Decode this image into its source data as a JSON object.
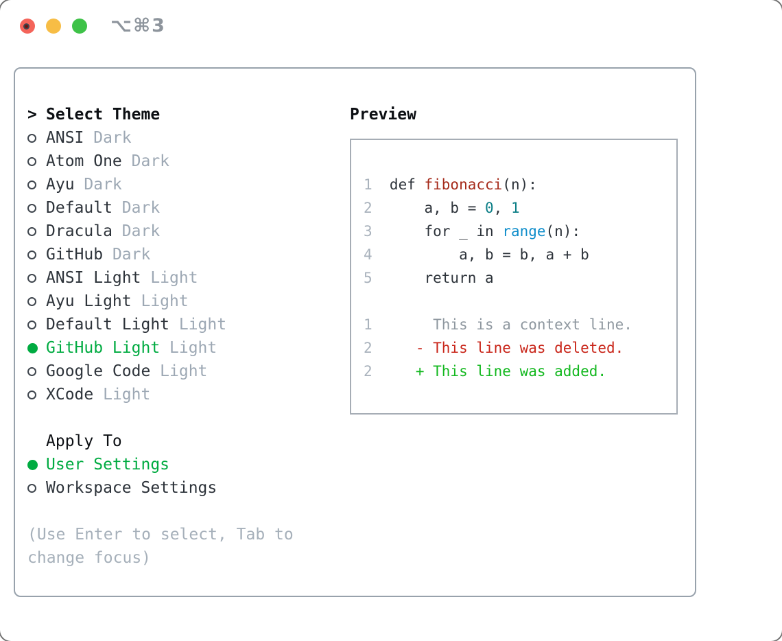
{
  "titlebar": {
    "shortcut": "⌥⌘3",
    "buttons": [
      "close",
      "minimize",
      "zoom"
    ]
  },
  "theme_panel": {
    "prompt": ">",
    "title": "Select Theme",
    "items": [
      {
        "name": "ANSI",
        "variant": "Dark",
        "selected": false
      },
      {
        "name": "Atom One",
        "variant": "Dark",
        "selected": false
      },
      {
        "name": "Ayu",
        "variant": "Dark",
        "selected": false
      },
      {
        "name": "Default",
        "variant": "Dark",
        "selected": false
      },
      {
        "name": "Dracula",
        "variant": "Dark",
        "selected": false
      },
      {
        "name": "GitHub",
        "variant": "Dark",
        "selected": false
      },
      {
        "name": "ANSI Light",
        "variant": "Light",
        "selected": false
      },
      {
        "name": "Ayu Light",
        "variant": "Light",
        "selected": false
      },
      {
        "name": "Default Light",
        "variant": "Light",
        "selected": false
      },
      {
        "name": "GitHub Light",
        "variant": "Light",
        "selected": true
      },
      {
        "name": "Google Code",
        "variant": "Light",
        "selected": false
      },
      {
        "name": "XCode",
        "variant": "Light",
        "selected": false
      }
    ],
    "apply_to": {
      "title": "Apply To",
      "options": [
        {
          "name": "User Settings",
          "selected": true
        },
        {
          "name": "Workspace Settings",
          "selected": false
        }
      ]
    },
    "hint": "(Use Enter to select, Tab to change focus)"
  },
  "preview": {
    "title": "Preview",
    "lines": [
      {
        "num": "1",
        "kind": "code",
        "segments": [
          {
            "t": "def ",
            "c": "plain"
          },
          {
            "t": "fibonacci",
            "c": "func"
          },
          {
            "t": "(n):",
            "c": "plain"
          }
        ]
      },
      {
        "num": "2",
        "kind": "code",
        "segments": [
          {
            "t": "    a, b = ",
            "c": "plain"
          },
          {
            "t": "0",
            "c": "number"
          },
          {
            "t": ", ",
            "c": "plain"
          },
          {
            "t": "1",
            "c": "number"
          }
        ]
      },
      {
        "num": "3",
        "kind": "code",
        "segments": [
          {
            "t": "    for _ in ",
            "c": "plain"
          },
          {
            "t": "range",
            "c": "builtin"
          },
          {
            "t": "(n):",
            "c": "plain"
          }
        ]
      },
      {
        "num": "4",
        "kind": "code",
        "segments": [
          {
            "t": "        a, b = b, a + b",
            "c": "plain"
          }
        ]
      },
      {
        "num": "5",
        "kind": "code",
        "segments": [
          {
            "t": "    return a",
            "c": "plain"
          }
        ]
      },
      {
        "num": "",
        "kind": "blank",
        "segments": []
      },
      {
        "num": "1",
        "kind": "diff-context",
        "segments": [
          {
            "t": "     This is a context line.",
            "c": "context"
          }
        ]
      },
      {
        "num": "2",
        "kind": "diff-deleted",
        "segments": [
          {
            "t": "   - This line was deleted.",
            "c": "deleted"
          }
        ]
      },
      {
        "num": "2",
        "kind": "diff-added",
        "segments": [
          {
            "t": "   + This line was added.",
            "c": "added"
          }
        ]
      }
    ]
  },
  "colors": {
    "accent-green": "#00ab41",
    "text-dark": "#2d333a",
    "text-black": "#0c0f13",
    "text-muted": "#9da8b4",
    "border-gray": "#98a2ac",
    "border-box": "#a6adb5",
    "code-func": "#a52a1a",
    "code-number": "#0d7f87",
    "code-builtin": "#108ecb",
    "diff-context": "#8e979f",
    "diff-deleted": "#c9261a",
    "diff-added": "#13b81f",
    "traffic-red": "#f4645a",
    "traffic-red-dot": "#6e1311",
    "traffic-yellow": "#f7bd45",
    "traffic-green": "#3ec248"
  }
}
